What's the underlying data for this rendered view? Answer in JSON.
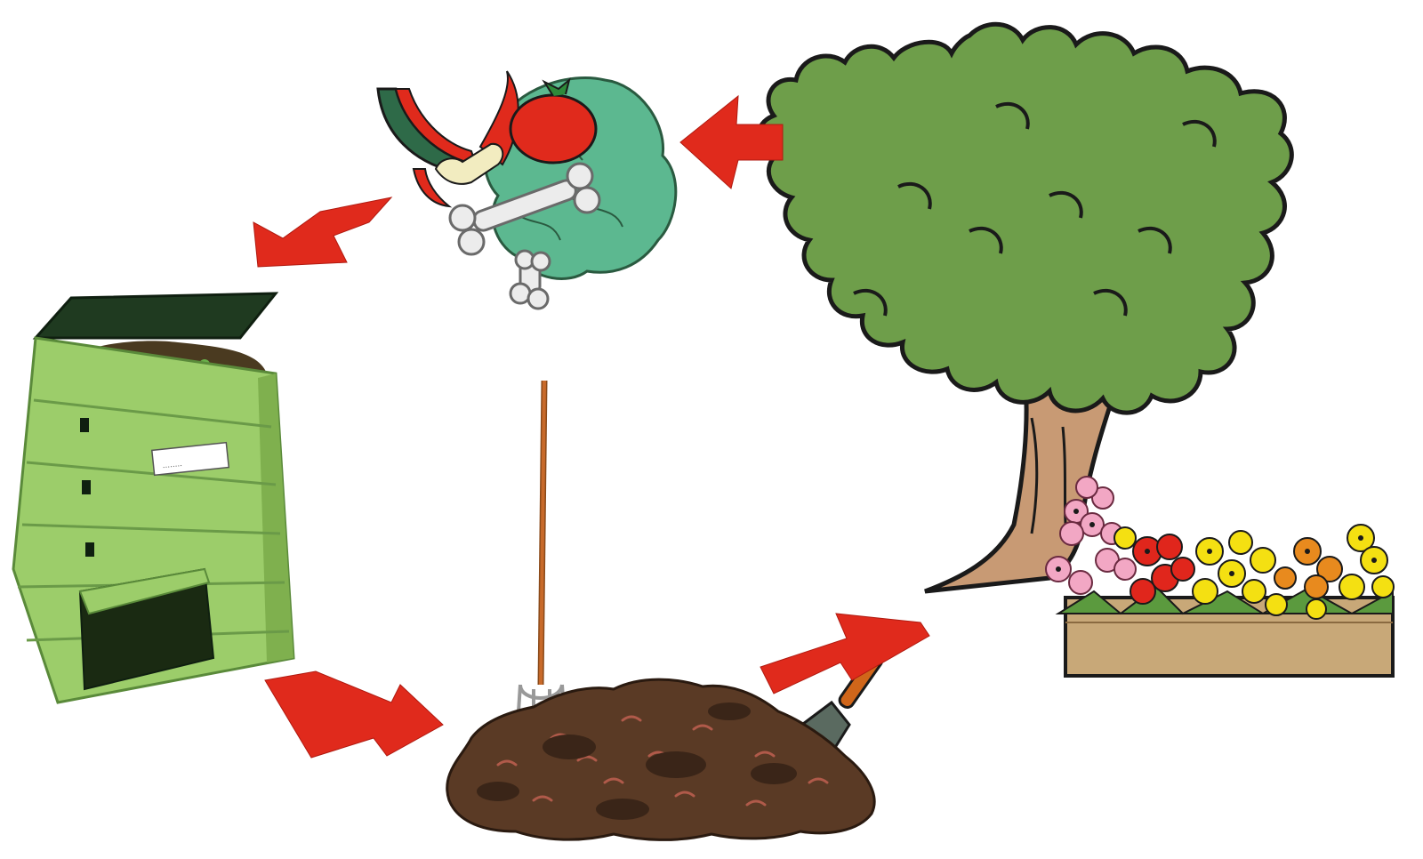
{
  "diagram": {
    "type": "cycle",
    "stages": [
      {
        "id": "tree-and-flowers",
        "icon": "tree-icon"
      },
      {
        "id": "food-scraps",
        "icon": "food-scraps-icon"
      },
      {
        "id": "compost-bin",
        "icon": "compost-bin-icon",
        "label_text": "........"
      },
      {
        "id": "compost-pile",
        "icon": "compost-pile-icon"
      }
    ],
    "arrows": [
      {
        "from": "tree-and-flowers",
        "to": "food-scraps"
      },
      {
        "from": "food-scraps",
        "to": "compost-bin"
      },
      {
        "from": "compost-bin",
        "to": "compost-pile"
      },
      {
        "from": "compost-pile",
        "to": "tree-and-flowers"
      }
    ]
  },
  "colors": {
    "arrow": "#e02a1c",
    "foliage": "#6e9e4a",
    "trunk": "#c89a74",
    "bin": "#9ccd6a",
    "soil": "#5a3a25",
    "planter": "#c8a878"
  }
}
